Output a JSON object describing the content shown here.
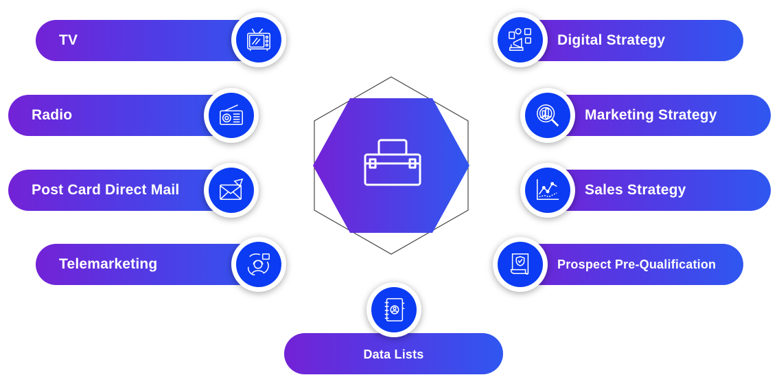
{
  "center": {
    "icon": "toolbox-icon"
  },
  "left_items": [
    {
      "label": "TV",
      "icon": "tv-icon"
    },
    {
      "label": "Radio",
      "icon": "radio-icon"
    },
    {
      "label": "Post Card Direct Mail",
      "icon": "mail-icon"
    },
    {
      "label": "Telemarketing",
      "icon": "telemarketing-icon"
    }
  ],
  "right_items": [
    {
      "label": "Digital Strategy",
      "icon": "digital-strategy-icon"
    },
    {
      "label": "Marketing Strategy",
      "icon": "magnifier-chart-icon"
    },
    {
      "label": "Sales Strategy",
      "icon": "line-chart-icon"
    },
    {
      "label": "Prospect Pre-Qualification",
      "icon": "certificate-icon"
    }
  ],
  "bottom_item": {
    "label": "Data Lists",
    "icon": "address-book-icon"
  },
  "colors": {
    "gradient_start": "#7322d6",
    "gradient_end": "#2f57f0",
    "icon_fill": "#0b3bf2"
  }
}
